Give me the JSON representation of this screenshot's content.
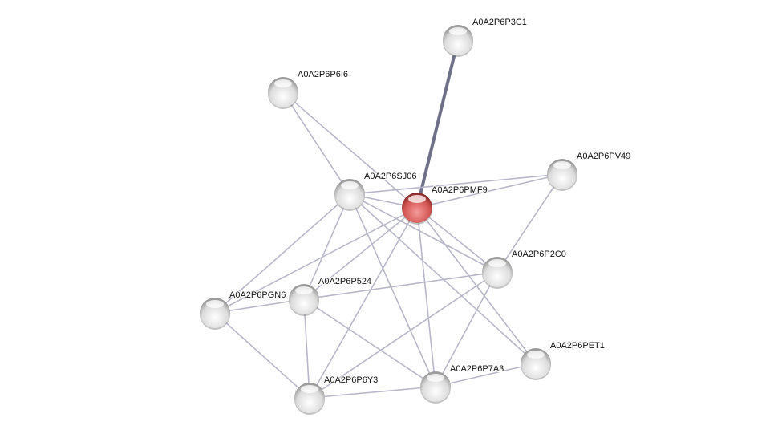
{
  "colors": {
    "edge": "#b7b7c9",
    "edge_strong": "#6e7088",
    "node": "#e2e2e2",
    "query_node": "#d9605f"
  },
  "nodes": [
    {
      "id": "A0A2P6P3C1",
      "label": "A0A2P6P3C1",
      "query": false
    },
    {
      "id": "A0A2P6P6I6",
      "label": "A0A2P6P6I6",
      "query": false
    },
    {
      "id": "A0A2P6PV49",
      "label": "A0A2P6PV49",
      "query": false
    },
    {
      "id": "A0A2P6SJ06",
      "label": "A0A2P6SJ06",
      "query": false
    },
    {
      "id": "A0A2P6PMF9",
      "label": "A0A2P6PMF9",
      "query": true
    },
    {
      "id": "A0A2P6P2C0",
      "label": "A0A2P6P2C0",
      "query": false
    },
    {
      "id": "A0A2P6P524",
      "label": "A0A2P6P524",
      "query": false
    },
    {
      "id": "A0A2P6PGN6",
      "label": "A0A2P6PGN6",
      "query": false
    },
    {
      "id": "A0A2P6PET1",
      "label": "A0A2P6PET1",
      "query": false
    },
    {
      "id": "A0A2P6P7A3",
      "label": "A0A2P6P7A3",
      "query": false
    },
    {
      "id": "A0A2P6P6Y3",
      "label": "A0A2P6P6Y3",
      "query": false
    }
  ],
  "edges": [
    [
      "A0A2P6PMF9",
      "A0A2P6P3C1",
      true
    ],
    [
      "A0A2P6P6I6",
      "A0A2P6SJ06",
      false
    ],
    [
      "A0A2P6P6I6",
      "A0A2P6PMF9",
      false
    ],
    [
      "A0A2P6SJ06",
      "A0A2P6PV49",
      false
    ],
    [
      "A0A2P6PMF9",
      "A0A2P6PV49",
      false
    ],
    [
      "A0A2P6SJ06",
      "A0A2P6PMF9",
      false
    ],
    [
      "A0A2P6SJ06",
      "A0A2P6PGN6",
      false
    ],
    [
      "A0A2P6SJ06",
      "A0A2P6P524",
      false
    ],
    [
      "A0A2P6SJ06",
      "A0A2P6P7A3",
      false
    ],
    [
      "A0A2P6SJ06",
      "A0A2P6PET1",
      false
    ],
    [
      "A0A2P6SJ06",
      "A0A2P6P2C0",
      false
    ],
    [
      "A0A2P6PMF9",
      "A0A2P6PGN6",
      false
    ],
    [
      "A0A2P6PMF9",
      "A0A2P6P524",
      false
    ],
    [
      "A0A2P6PMF9",
      "A0A2P6P6Y3",
      false
    ],
    [
      "A0A2P6PMF9",
      "A0A2P6P7A3",
      false
    ],
    [
      "A0A2P6PMF9",
      "A0A2P6P2C0",
      false
    ],
    [
      "A0A2P6PMF9",
      "A0A2P6PET1",
      false
    ],
    [
      "A0A2P6PV49",
      "A0A2P6P2C0",
      false
    ],
    [
      "A0A2P6P2C0",
      "A0A2P6P524",
      false
    ],
    [
      "A0A2P6P2C0",
      "A0A2P6P6Y3",
      false
    ],
    [
      "A0A2P6P2C0",
      "A0A2P6P7A3",
      false
    ],
    [
      "A0A2P6PGN6",
      "A0A2P6P524",
      false
    ],
    [
      "A0A2P6PGN6",
      "A0A2P6P6Y3",
      false
    ],
    [
      "A0A2P6P524",
      "A0A2P6P6Y3",
      false
    ],
    [
      "A0A2P6P524",
      "A0A2P6P7A3",
      false
    ],
    [
      "A0A2P6P6Y3",
      "A0A2P6P7A3",
      false
    ],
    [
      "A0A2P6P7A3",
      "A0A2P6PET1",
      false
    ]
  ]
}
